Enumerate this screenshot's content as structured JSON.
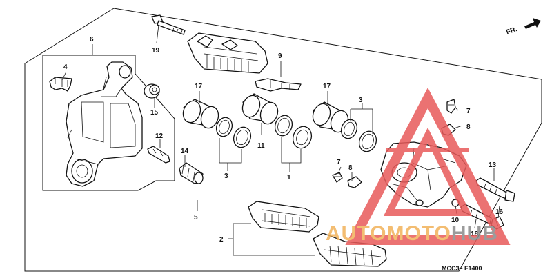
{
  "diagram": {
    "drawing_code": "MCC3– F1400",
    "front_indicator": "FR.",
    "labels": {
      "l1": "1",
      "l2": "2",
      "l3a": "3",
      "l3b": "3",
      "l4": "4",
      "l5": "5",
      "l6": "6",
      "l7a": "7",
      "l7b": "7",
      "l8a": "8",
      "l8b": "8",
      "l9": "9",
      "l10": "10",
      "l11": "11",
      "l12": "12",
      "l13": "13",
      "l14": "14",
      "l15": "15",
      "l16": "16",
      "l17a": "17",
      "l17b": "17",
      "l18": "18",
      "l19": "19"
    }
  },
  "watermark": {
    "text_part1": "AUTO",
    "text_part2": "MOTO",
    "text_part3": "HUB",
    "color_red": "#e85a5a",
    "color_orange": "#f2b25a",
    "color_gray": "#8a8a8a"
  }
}
